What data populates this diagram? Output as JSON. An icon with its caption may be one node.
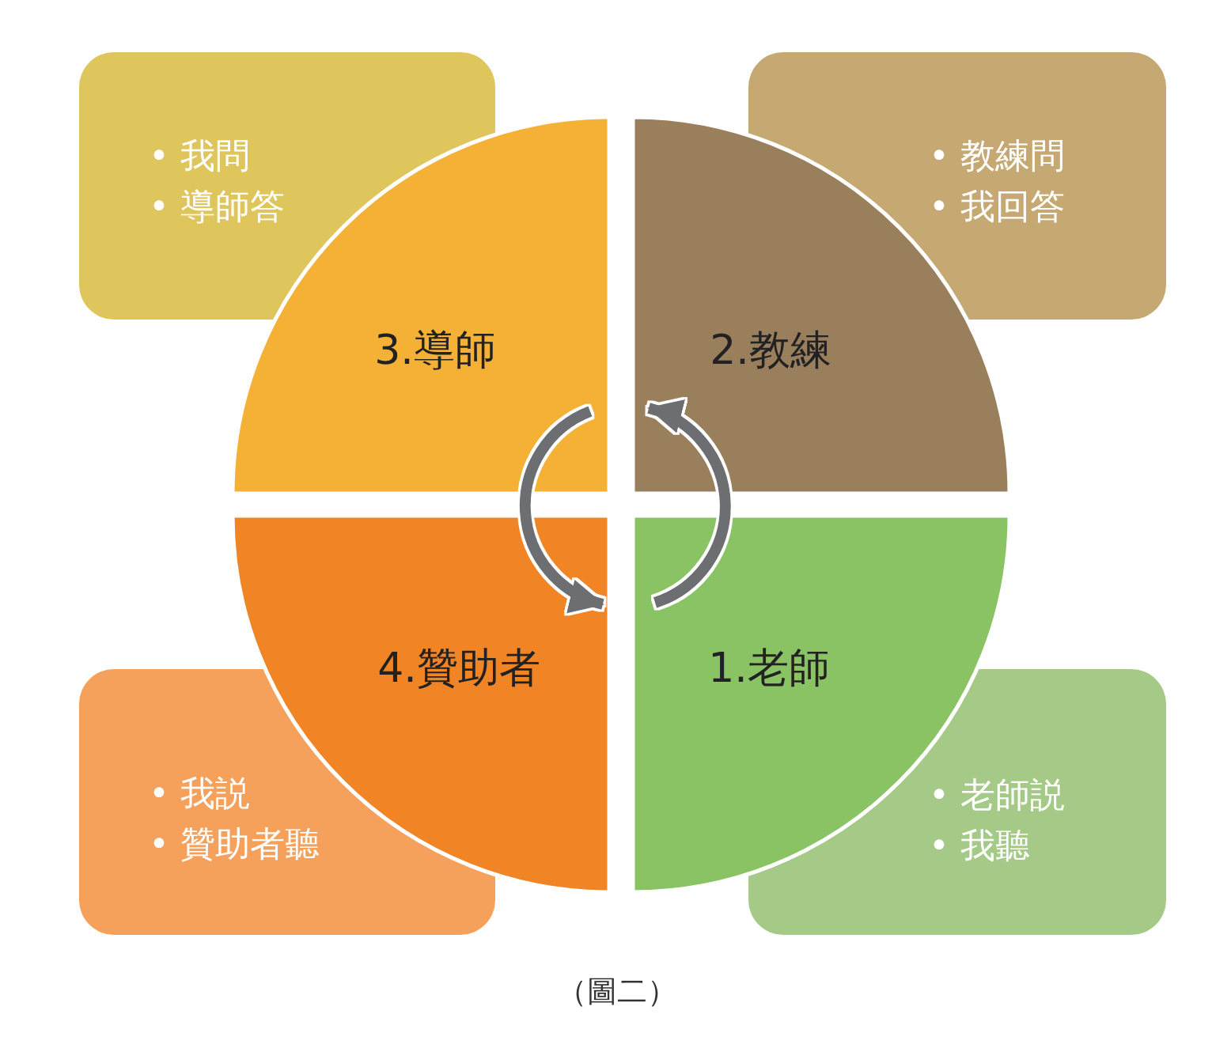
{
  "diagram": {
    "caption": "（圖二）",
    "nodes": [
      {
        "text": [
          "• 我問",
          "• 導師答"
        ]
      },
      {
        "text": [
          "• 教練問",
          "• 我回答"
        ]
      },
      {
        "text": [
          "3.導師"
        ]
      },
      {
        "text": [
          "2.教練"
        ]
      },
      {
        "text": [
          "4.贊助者"
        ]
      },
      {
        "text": [
          "1.老師"
        ]
      },
      {
        "text": [
          "• 我説",
          "• 贊助者聽"
        ]
      },
      {
        "text": [
          "• 老師説",
          "• 我聽"
        ]
      }
    ],
    "edges": [
      {
        "from": 5,
        "to": 3,
        "arrow": "to"
      },
      {
        "from": 2,
        "to": 4,
        "arrow": "to"
      }
    ]
  }
}
